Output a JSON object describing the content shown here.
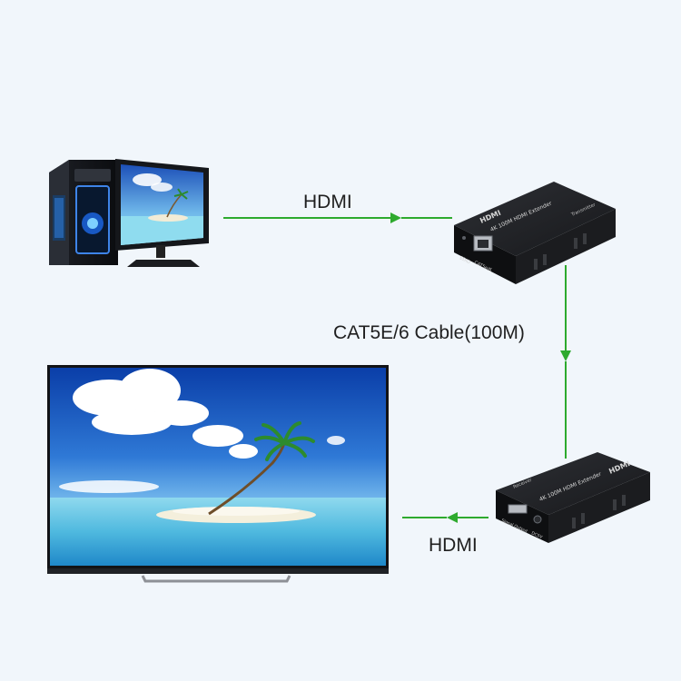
{
  "connections": {
    "hdmi_input_label": "HDMI",
    "cat_cable_label": "CAT5E/6 Cable(100M)",
    "hdmi_output_label": "HDMI",
    "arrow_color": "#2eaa2e"
  },
  "transmitter": {
    "brand": "HDMI",
    "product": "4K 100M HDMI Extender",
    "role": "Transmitter",
    "port_labels": [
      "EDID",
      "CAT5e/6"
    ]
  },
  "receiver": {
    "brand": "HDMI",
    "product": "4K 100M HDMI Extender",
    "role": "Receiver",
    "port_labels": [
      "Signal Output",
      "DC5V"
    ]
  },
  "icons": {
    "source": "desktop-pc-icon",
    "display": "lcd-tv-icon"
  }
}
